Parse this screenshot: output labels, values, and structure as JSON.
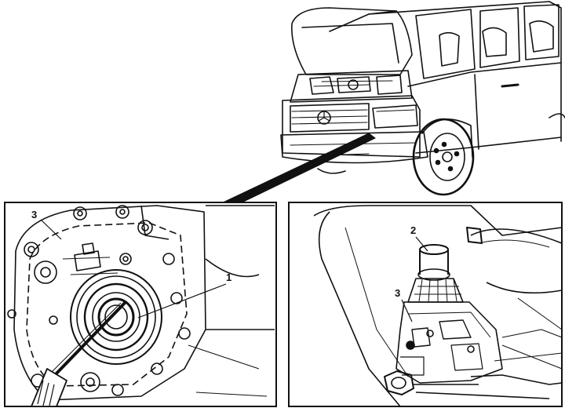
{
  "panels": {
    "left": {
      "callouts": [
        "3",
        "1"
      ]
    },
    "right": {
      "callouts": [
        "2",
        "3"
      ]
    }
  },
  "colors": {
    "ink": "#111111",
    "paper": "#ffffff"
  }
}
